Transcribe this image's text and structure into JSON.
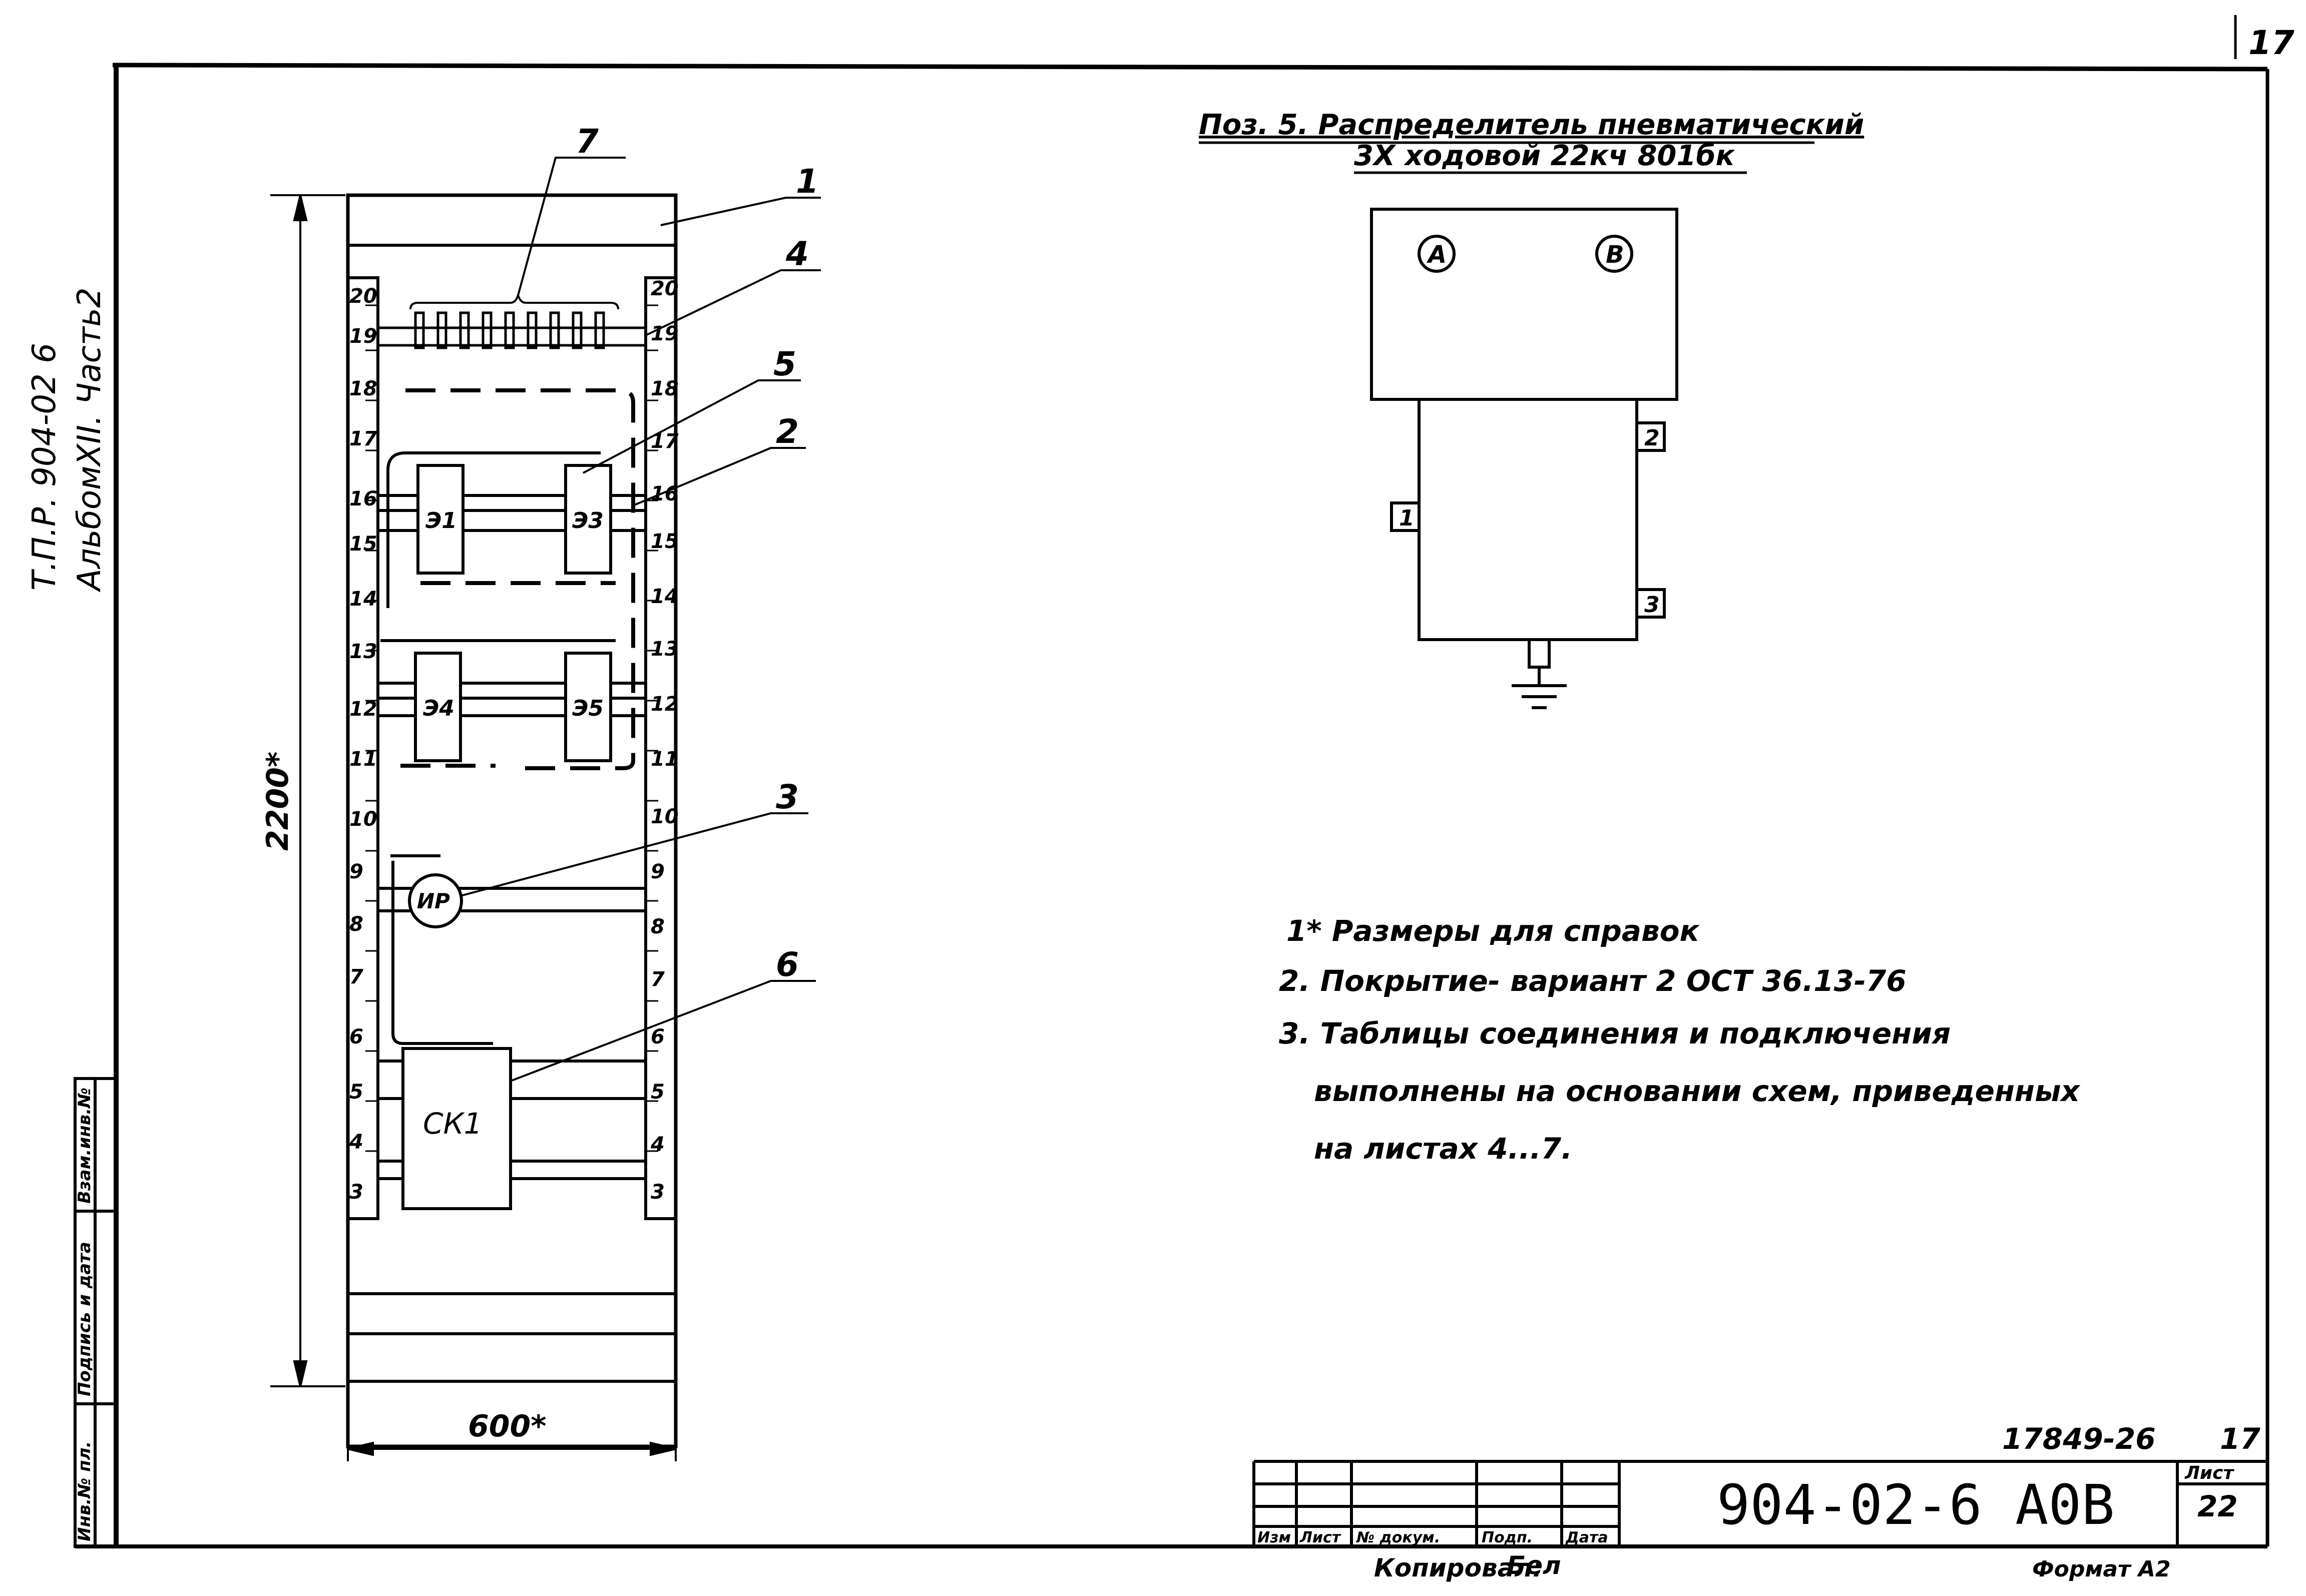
{
  "sheet": {
    "corner_number": "17",
    "side_title": {
      "line1": "Т.П.Р.   904-02 6",
      "line2": "АльбомXII. Часть2"
    },
    "side_stamp": {
      "inv_no": "Инв.№ пл.",
      "signature_date": "Подпись и дата",
      "replace_inv": "Взам.инв.№"
    }
  },
  "cabinet": {
    "callouts": [
      "7",
      "1",
      "4",
      "5",
      "2",
      "3",
      "6"
    ],
    "scale_left": [
      "20",
      "19",
      "18",
      "17",
      "16",
      "15",
      "14",
      "13",
      "12",
      "11",
      "10",
      "9",
      "8",
      "7",
      "6",
      "5",
      "4",
      "3"
    ],
    "scale_right": [
      "20",
      "19",
      "18",
      "17",
      "16",
      "15",
      "14",
      "13",
      "12",
      "11",
      "10",
      "9",
      "8",
      "7",
      "6",
      "5",
      "4",
      "3"
    ],
    "elements": {
      "e1": "Э1",
      "e3": "Э3",
      "e4": "Э4",
      "e5": "Э5",
      "ir": "ИР",
      "sk1": "СК1"
    },
    "height_dim": "2200*",
    "width_dim": "600*"
  },
  "distributor": {
    "title_line1": "Поз. 5. Распределитель пневматический",
    "title_line2": "3Х ходовой  22кч 801бк",
    "port_a": "А",
    "port_b": "В",
    "port_1": "1",
    "port_2": "2",
    "port_3": "3"
  },
  "notes": [
    "1* Размеры для  справок",
    "2. Покрытие- вариант 2  ОСТ 36.13-76",
    "3. Таблицы  соединения  и подключения",
    "выполнены  на основании  схем, приведенных",
    "на листах   4...7."
  ],
  "title_block": {
    "archive_no": "17849-26",
    "page_no": "17",
    "doc_code": "904-02-6  А0В",
    "sheet_label": "Лист",
    "sheet_no": "22",
    "col_change": "Изм",
    "col_sheet": "Лист",
    "col_doc": "№ докум.",
    "col_sign": "Подп.",
    "col_date": "Дата",
    "copied": "Копировал:",
    "copied_sign": "Бел",
    "format": "Формат А2"
  }
}
